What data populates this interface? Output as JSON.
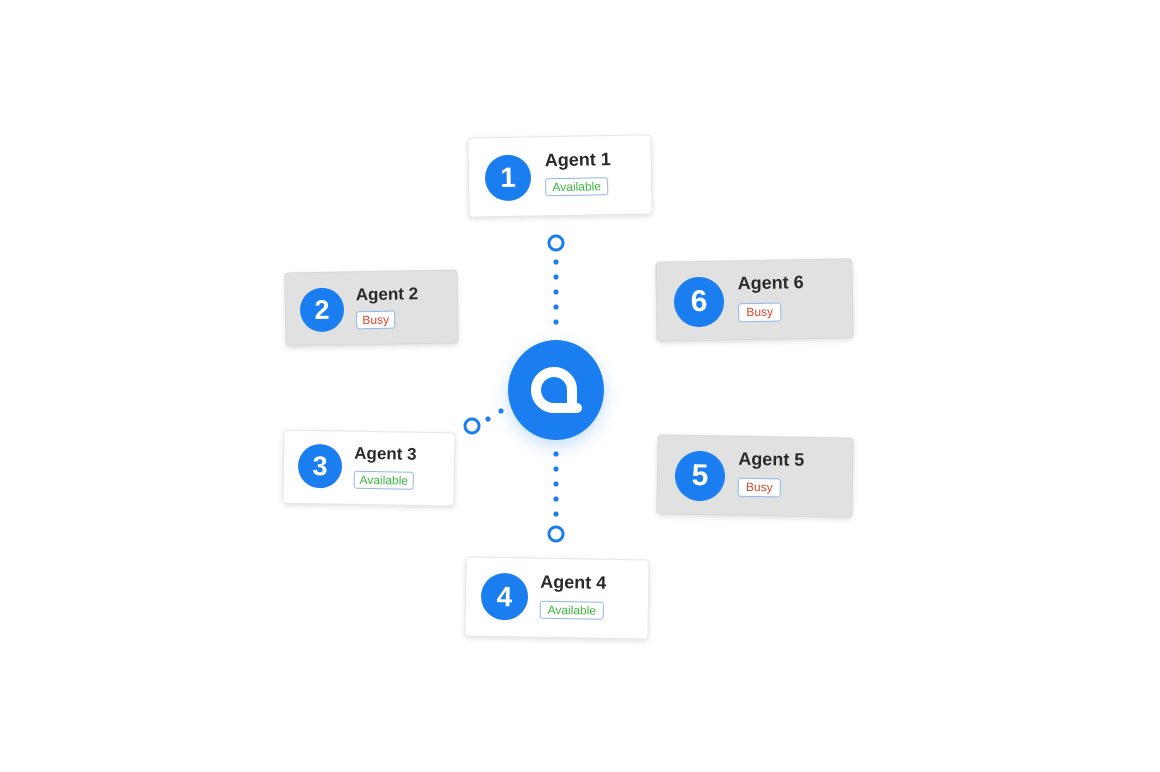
{
  "colors": {
    "accent": "#1a7ef0",
    "available": "#3db53d",
    "busy": "#d8462e",
    "busy_card_bg": "#e1e1e1",
    "card_bg": "#ffffff"
  },
  "hub": {
    "icon": "brand-logo-icon"
  },
  "agents": [
    {
      "number": "1",
      "name": "Agent 1",
      "status": "Available"
    },
    {
      "number": "2",
      "name": "Agent 2",
      "status": "Busy"
    },
    {
      "number": "3",
      "name": "Agent 3",
      "status": "Available"
    },
    {
      "number": "4",
      "name": "Agent 4",
      "status": "Available"
    },
    {
      "number": "5",
      "name": "Agent 5",
      "status": "Busy"
    },
    {
      "number": "6",
      "name": "Agent 6",
      "status": "Busy"
    }
  ]
}
